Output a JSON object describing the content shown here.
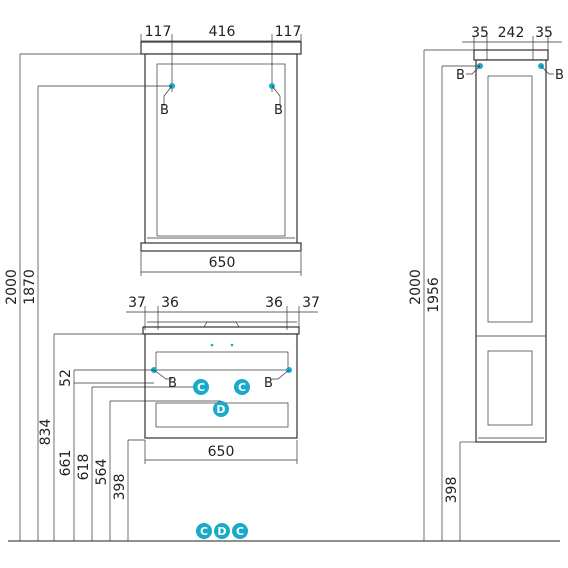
{
  "mirror": {
    "dim_top_left": "117",
    "dim_top_mid": "416",
    "dim_top_right": "117",
    "dim_width": "650",
    "point_label": "B"
  },
  "vanity": {
    "dim_top_1": "37",
    "dim_top_2": "36",
    "dim_top_3": "36",
    "dim_top_4": "37",
    "dim_width": "650",
    "dim_52": "52",
    "point_label": "B",
    "marker_c": "C",
    "marker_d": "D"
  },
  "column": {
    "dim_top_left": "35",
    "dim_top_mid": "242",
    "dim_top_right": "35",
    "point_label": "B"
  },
  "heights": {
    "h2000_left": "2000",
    "h1870": "1870",
    "h834": "834",
    "h661": "661",
    "h618": "618",
    "h564": "564",
    "h398_left": "398",
    "h2000_right": "2000",
    "h1956": "1956",
    "h398_right": "398"
  },
  "floor_markers": [
    "C",
    "D",
    "C"
  ],
  "colors": {
    "marker": "#19a9c9",
    "line": "#222222"
  }
}
